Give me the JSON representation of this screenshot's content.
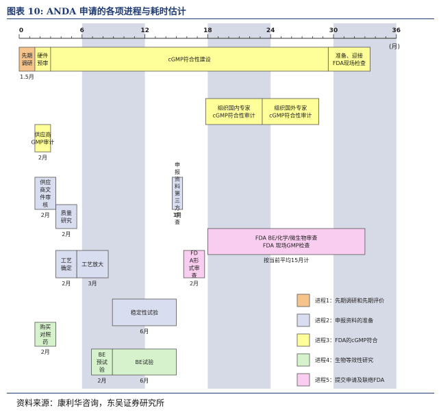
{
  "header": {
    "title": "图表 10:   ANDA 申请的各项进程与耗时估计"
  },
  "footer": {
    "source": "资料来源：康利华咨询，东吴证券研究所"
  },
  "colors": {
    "band": "#c8ccdd",
    "phase1": "#f6c48a",
    "phase2": "#d9ddf0",
    "phase3": "#ffff99",
    "phase4": "#d6f2cc",
    "phase5": "#f9cdef",
    "border": "#555555"
  },
  "chart_data": {
    "type": "table",
    "x_axis": {
      "ticks": [
        "0",
        "6",
        "12",
        "18",
        "24",
        "30",
        "36"
      ],
      "unit": "(月)",
      "range": [
        0,
        36
      ]
    },
    "shaded_bands": [
      [
        6,
        12
      ],
      [
        18,
        24
      ],
      [
        30,
        36
      ]
    ],
    "tasks": [
      {
        "label": "先期调研",
        "phase": 1,
        "start": 0,
        "end": 1.5,
        "row": 1,
        "duration_label": "1.5月"
      },
      {
        "label": "硬件预审",
        "phase": 3,
        "start": 1.5,
        "end": 3,
        "row": 1,
        "duration_label": ""
      },
      {
        "label": "cGMP符合性建设",
        "phase": 3,
        "start": 3,
        "end": 29.5,
        "row": 1,
        "duration_label": ""
      },
      {
        "label": "准备、迎接FDA现场检查",
        "phase": 3,
        "start": 29.5,
        "end": 33.5,
        "row": 1,
        "duration_label": ""
      },
      {
        "label": "组织国内专家cGMP符合性审计",
        "phase": 3,
        "start": 17.8,
        "end": 23.2,
        "row": 2,
        "duration_label": ""
      },
      {
        "label": "组织国外专家cGMP符合性审计",
        "phase": 3,
        "start": 23.2,
        "end": 28.6,
        "row": 2,
        "duration_label": ""
      },
      {
        "label": "供应商GMP审计",
        "phase": 3,
        "start": 1.5,
        "end": 3,
        "row": 3,
        "duration_label": "2月"
      },
      {
        "label": "供应商文件审核",
        "phase": 2,
        "start": 1.5,
        "end": 3.5,
        "row": 4,
        "duration_label": "2月"
      },
      {
        "label": "申报资料第三方审查",
        "phase": 2,
        "start": 14.6,
        "end": 15.6,
        "row": 4,
        "duration_label": "1月"
      },
      {
        "label": "质量研究",
        "phase": 2,
        "start": 3.5,
        "end": 5.5,
        "row": 5,
        "duration_label": "2月"
      },
      {
        "label": "FDA BE/化学/微生物审查 FDA 现场GMP检查",
        "phase": 5,
        "start": 18,
        "end": 33,
        "row": 6,
        "duration_label": "按当前平均15月计"
      },
      {
        "label": "工艺确定",
        "phase": 2,
        "start": 3.5,
        "end": 5.5,
        "row": 7,
        "duration_label": "2月"
      },
      {
        "label": "工艺放大",
        "phase": 2,
        "start": 5.5,
        "end": 8.5,
        "row": 7,
        "duration_label": "3月"
      },
      {
        "label": "FDA形式审查",
        "phase": 5,
        "start": 15.7,
        "end": 17.7,
        "row": 7,
        "duration_label": "2月"
      },
      {
        "label": "稳定性试验",
        "phase": 2,
        "start": 8.9,
        "end": 15,
        "row": 8,
        "duration_label": "6月"
      },
      {
        "label": "购买对照药",
        "phase": 4,
        "start": 1.5,
        "end": 3.5,
        "row": 9,
        "duration_label": "2月"
      },
      {
        "label": "BE预试验",
        "phase": 4,
        "start": 6.9,
        "end": 8.9,
        "row": 10,
        "duration_label": "2月"
      },
      {
        "label": "BE试验",
        "phase": 4,
        "start": 8.9,
        "end": 15,
        "row": 10,
        "duration_label": "6月"
      }
    ],
    "legend": [
      {
        "phase": 1,
        "label": "进程1：先期调研和先期评价"
      },
      {
        "phase": 2,
        "label": "进程2：申报资料的准备"
      },
      {
        "phase": 3,
        "label": "进程3：FDA的cGMP符合"
      },
      {
        "phase": 4,
        "label": "进程4：生物等效性研究"
      },
      {
        "phase": 5,
        "label": "进程5：提交申请及联络FDA"
      }
    ],
    "legend_placement": "bottom-right"
  }
}
